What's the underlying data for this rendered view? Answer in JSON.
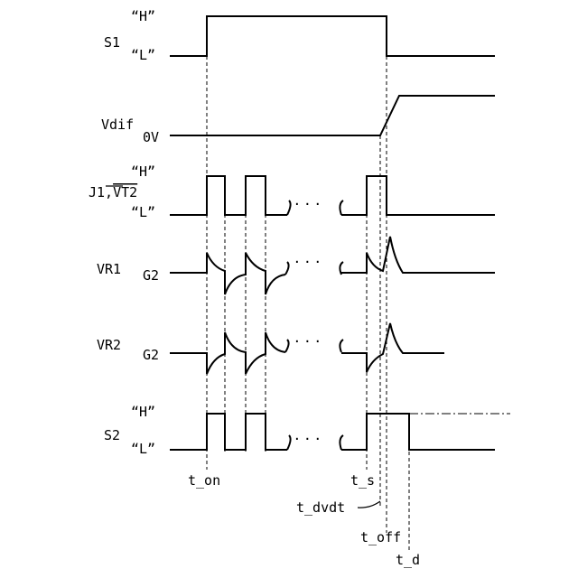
{
  "signals": {
    "s1": {
      "name": "S1",
      "high": "“H”",
      "low": "“L”"
    },
    "vdif": {
      "name": "Vdif",
      "ref": "0V"
    },
    "j1vt2": {
      "name_prefix": "J1,",
      "name_overline": "VT2",
      "high": "“H”",
      "low": "“L”"
    },
    "vr1": {
      "name": "VR1",
      "ref": "G2"
    },
    "vr2": {
      "name": "VR2",
      "ref": "G2"
    },
    "s2": {
      "name": "S2",
      "high": "“H”",
      "low": "“L”"
    }
  },
  "ellipsis": "· · ·",
  "time_markers": {
    "t_on": "t_on",
    "t_s": "t_s",
    "t_dvdt": "t_dvdt",
    "t_off": "t_off",
    "t_d": "t_d"
  }
}
